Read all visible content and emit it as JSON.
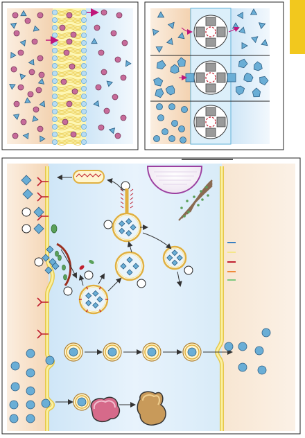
{
  "panels": {
    "top_left": {
      "name": "passive-diffusion-panel"
    },
    "top_right": {
      "name": "carrier-mediated-transport-panel"
    },
    "bottom": {
      "name": "endocytosis-transcytosis-panel"
    }
  },
  "colors": {
    "outside": "#f6dcc0",
    "inside": "#d6ebf9",
    "membrane": "#fbf5a8",
    "membrane_line": "#e8d94a",
    "pink_particle": "#c76b9a",
    "blue_particle": "#6aaed6",
    "purple_vesicle": "#9b3fa0",
    "arrow_magenta": "#c0157a",
    "side_tab": "#f2c81e",
    "legend": [
      "#3a7fc2",
      "#f5e68a",
      "#c02030",
      "#f08a3a",
      "#7ec97e"
    ]
  }
}
